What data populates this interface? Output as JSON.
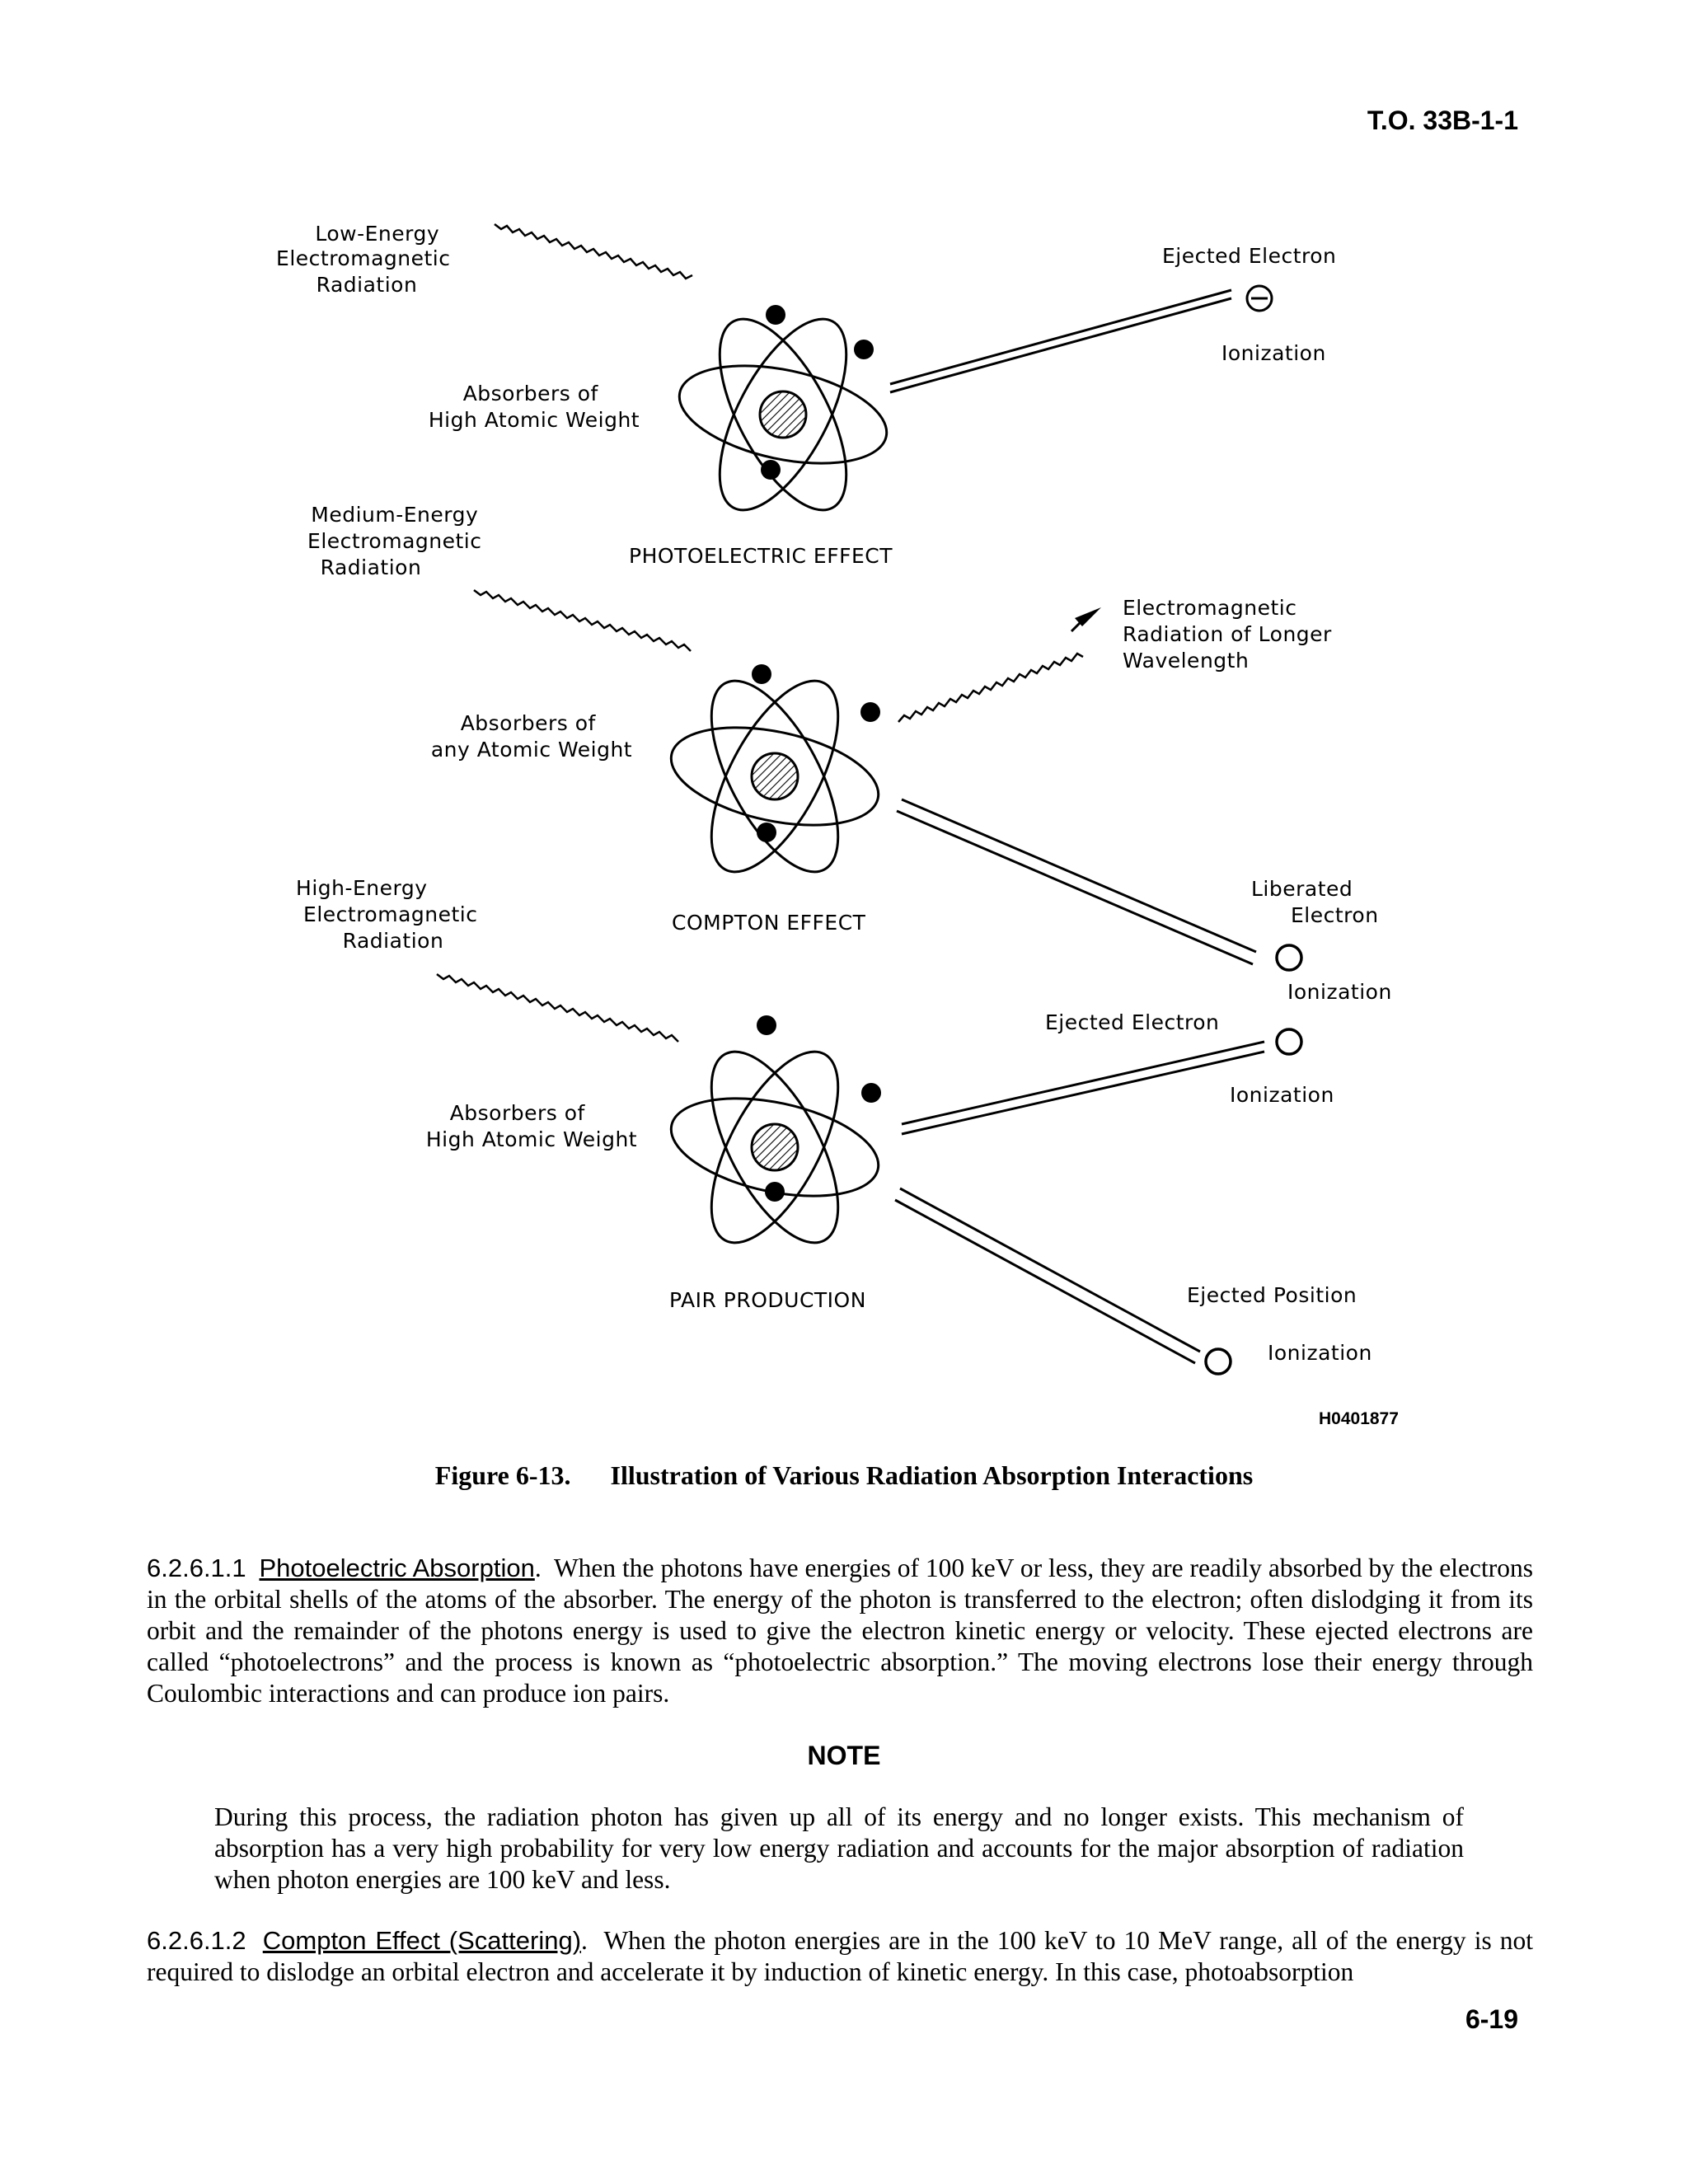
{
  "header": {
    "doc_id": "T.O. 33B-1-1"
  },
  "figure": {
    "photoelectric": {
      "radiation_label": [
        "Low-Energy",
        "Electromagnetic",
        "Radiation"
      ],
      "absorber_label": [
        "Absorbers of",
        "High Atomic Weight"
      ],
      "title": "PHOTOELECTRIC EFFECT",
      "ejected_label": "Ejected Electron",
      "ionization_label": "Ionization"
    },
    "compton": {
      "radiation_label": [
        "Medium-Energy",
        "Electromagnetic",
        "Radiation"
      ],
      "absorber_label": [
        "Absorbers of",
        "any Atomic Weight"
      ],
      "title": "COMPTON EFFECT",
      "scattered_label": [
        "Electromagnetic",
        "Radiation of Longer",
        "Wavelength"
      ],
      "liberated_label": [
        "Liberated",
        "Electron"
      ],
      "ionization_label": "Ionization"
    },
    "pair": {
      "radiation_label": [
        "High-Energy",
        "Electromagnetic",
        "Radiation"
      ],
      "absorber_label": [
        "Absorbers of",
        "High Atomic Weight"
      ],
      "title": "PAIR PRODUCTION",
      "ejected_electron_label": "Ejected Electron",
      "ionization_label_1": "Ionization",
      "ejected_position_label": "Ejected Position",
      "ionization_label_2": "Ionization"
    },
    "code": "H0401877"
  },
  "caption": {
    "number": "Figure 6-13.",
    "title": "Illustration of Various Radiation Absorption Interactions"
  },
  "para1": {
    "number": "6.2.6.1.1",
    "title": "Photoelectric Absorption",
    "text": "When the photons have energies of 100 keV or less, they are readily absorbed by the electrons in the orbital shells of the atoms of the absorber. The energy of the photon is transferred to the electron; often dislodging it from its orbit and the remainder of the photons energy is used to give the electron kinetic energy or velocity. These ejected electrons are called “photoelectrons” and the process is known as “photoelectric absorption.” The moving electrons lose their energy through Coulombic interactions and can produce ion pairs."
  },
  "note": {
    "heading": "NOTE",
    "text": "During this process, the radiation photon has given up all of its energy and no longer exists. This mechanism of absorption has a very high probability for very low energy radiation and accounts for the major absorption of radiation when photon energies are 100 keV and less."
  },
  "para2": {
    "number": "6.2.6.1.2",
    "title": "Compton Effect (Scattering)",
    "text": "When the photon energies are in the 100 keV to 10 MeV range, all of the energy is not required to dislodge an orbital electron and accelerate it by induction of kinetic energy. In this case, photoabsorption"
  },
  "footer": {
    "page_number": "6-19"
  }
}
